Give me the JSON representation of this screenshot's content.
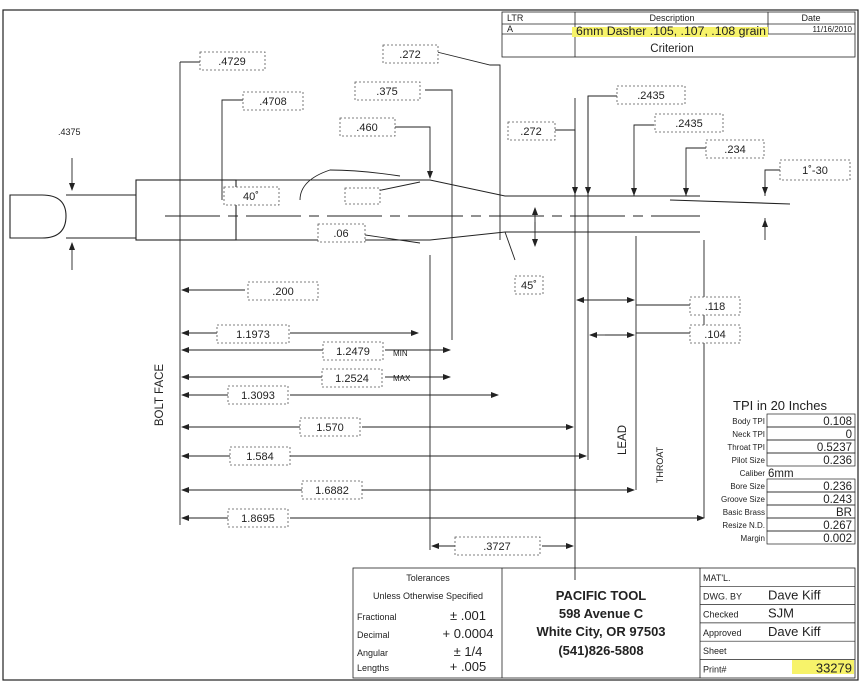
{
  "revision": {
    "headers": {
      "ltr": "LTR",
      "description": "Description",
      "date": "Date"
    },
    "ltr": "A",
    "description": "6mm Dasher .105, .107, .108 grain",
    "date": "11/16/2010",
    "subtitle": "Criterion"
  },
  "dimensions": {
    "d4375": ".4375",
    "d4729": ".4729",
    "d4708": ".4708",
    "d272_top": ".272",
    "d375": ".375",
    "d460": ".460",
    "d272_neck": ".272",
    "d2435_a": ".2435",
    "d2435_b": ".2435",
    "d234": ".234",
    "d1_30": "1˚-30",
    "d40": "40˚",
    "d06": ".06",
    "d45": "45˚",
    "d200": ".200",
    "d118": ".118",
    "d104": ".104",
    "d11973": "1.1973",
    "d12479": "1.2479",
    "min": "MIN",
    "d12524": "1.2524",
    "max": "MAX",
    "d13093": "1.3093",
    "d1570": "1.570",
    "d1584": "1.584",
    "d16882": "1.6882",
    "d18695": "1.8695",
    "d3727": ".3727"
  },
  "labels": {
    "bolt_face": "BOLT FACE",
    "lead": "LEAD",
    "throat": "THROAT"
  },
  "tpi_table": {
    "title": "TPI in 20 Inches",
    "rows": [
      {
        "label": "Body TPI",
        "value": "0.108"
      },
      {
        "label": "Neck TPI",
        "value": "0"
      },
      {
        "label": "Throat TPI",
        "value": "0.5237"
      },
      {
        "label": "Pilot Size",
        "value": "0.236"
      },
      {
        "label": "Caliber",
        "value": "6mm"
      },
      {
        "label": "Bore Size",
        "value": "0.236"
      },
      {
        "label": "Groove Size",
        "value": "0.243"
      },
      {
        "label": "Basic Brass",
        "value": "BR"
      },
      {
        "label": "Resize N.D.",
        "value": "0.267"
      },
      {
        "label": "Margin",
        "value": "0.002"
      }
    ]
  },
  "tolerances": {
    "title": "Tolerances",
    "subtitle": "Unless Otherwise Specified",
    "rows": [
      {
        "label": "Fractional",
        "value": "± .001"
      },
      {
        "label": "Decimal",
        "value": "+ 0.0004"
      },
      {
        "label": "Angular",
        "value": "± 1/4"
      },
      {
        "label": "Lengths",
        "value": "+ .005"
      }
    ]
  },
  "company": {
    "name": "PACIFIC TOOL",
    "street": "598 Avenue C",
    "city": "White City, OR 97503",
    "phone": "(541)826-5808"
  },
  "title_block": {
    "rows": [
      {
        "label": "MAT'L.",
        "value": ""
      },
      {
        "label": "DWG. BY",
        "value": "Dave Kiff"
      },
      {
        "label": "Checked",
        "value": "SJM"
      },
      {
        "label": "Approved",
        "value": "Dave Kiff"
      },
      {
        "label": "Sheet",
        "value": ""
      },
      {
        "label": "Print#",
        "value": "33279"
      }
    ]
  },
  "colors": {
    "highlight": "#f7f36a",
    "ink": "#222222",
    "paper": "#ffffff"
  }
}
